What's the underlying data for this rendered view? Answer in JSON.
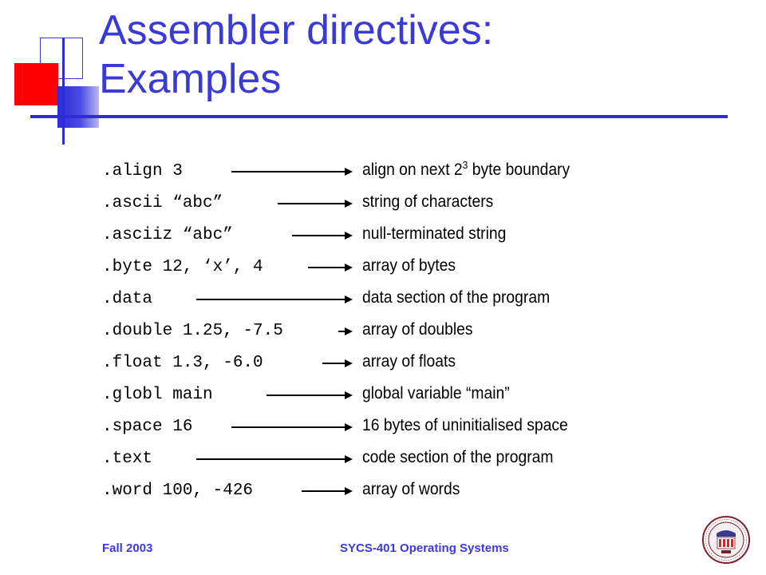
{
  "slide": {
    "title_line1": "Assembler directives:",
    "title_line2": "Examples",
    "footer_left": "Fall 2003",
    "footer_center": "SYCS-401 Operating Systems",
    "accent_color": "#3a3ad6",
    "red_color": "#ff0000",
    "icons": [
      "university-seal-icon"
    ]
  },
  "directives": [
    {
      "code": ".align 3",
      "desc_pre": "align on next 2",
      "desc_sup": "3",
      "desc_post": " byte boundary"
    },
    {
      "code": ".ascii “abc”",
      "desc_pre": "string of characters",
      "desc_sup": "",
      "desc_post": ""
    },
    {
      "code": ".asciiz “abc”",
      "desc_pre": "null-terminated string",
      "desc_sup": "",
      "desc_post": ""
    },
    {
      "code": ".byte 12, ‘x’, 4",
      "desc_pre": "array of bytes",
      "desc_sup": "",
      "desc_post": ""
    },
    {
      "code": ".data",
      "desc_pre": "data section of the program",
      "desc_sup": "",
      "desc_post": ""
    },
    {
      "code": ".double 1.25, -7.5",
      "desc_pre": "array of doubles",
      "desc_sup": "",
      "desc_post": ""
    },
    {
      "code": ".float 1.3, -6.0",
      "desc_pre": "array of floats",
      "desc_sup": "",
      "desc_post": ""
    },
    {
      "code": ".globl main",
      "desc_pre": "global variable “main”",
      "desc_sup": "",
      "desc_post": ""
    },
    {
      "code": ".space 16",
      "desc_pre": "16 bytes of uninitialised space",
      "desc_sup": "",
      "desc_post": ""
    },
    {
      "code": ".text",
      "desc_pre": "code section of the program",
      "desc_sup": "",
      "desc_post": ""
    },
    {
      "code": ".word 100, -426",
      "desc_pre": "array of words",
      "desc_sup": "",
      "desc_post": ""
    }
  ]
}
